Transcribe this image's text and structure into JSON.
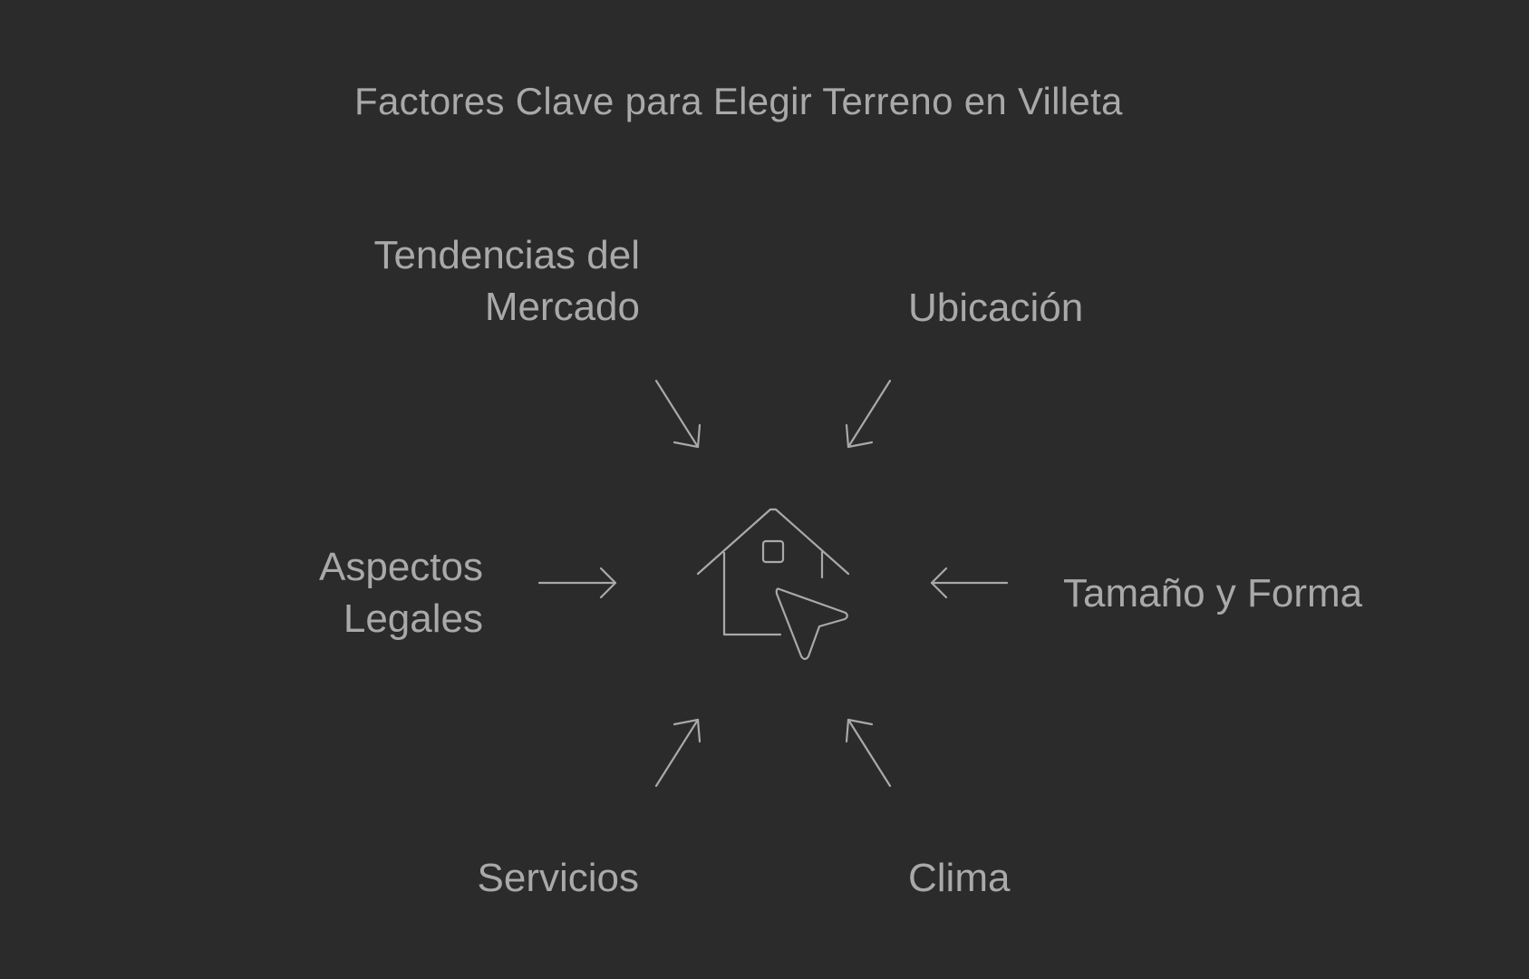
{
  "title": "Factores Clave para Elegir Terreno en Villeta",
  "center_icon": "house-cursor-icon",
  "factors": {
    "tendencias": {
      "line1": "Tendencias del",
      "line2": "Mercado"
    },
    "ubicacion": {
      "label": "Ubicación"
    },
    "aspectos": {
      "line1": "Aspectos",
      "line2": "Legales"
    },
    "tamano": {
      "label": "Tamaño y Forma"
    },
    "servicios": {
      "label": "Servicios"
    },
    "clima": {
      "label": "Clima"
    }
  },
  "colors": {
    "background": "#2b2b2b",
    "foreground": "#a9a9a9"
  }
}
